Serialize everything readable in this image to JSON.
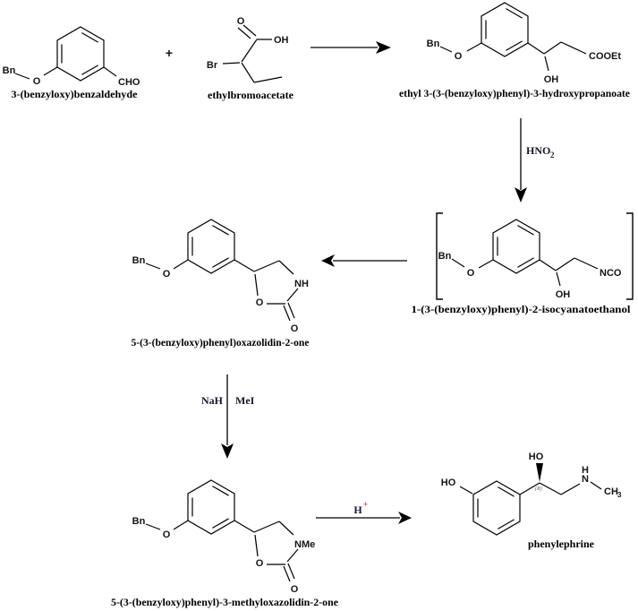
{
  "colors": {
    "background": "#ffffff",
    "line": "#000000",
    "atom_text": "#141414",
    "name_text": "#000000",
    "hplus_accent": "#aa3333"
  },
  "molecules": {
    "m1": {
      "name": "3-(benzyloxy)benzaldehyde",
      "atoms": {
        "bn": "Bn",
        "o": "O",
        "cho": "CHO"
      }
    },
    "m2": {
      "name": "ethylbromoacetate",
      "atoms": {
        "o": "O",
        "oh": "OH",
        "br": "Br"
      }
    },
    "m3": {
      "name": "ethyl 3-(3-(benzyloxy)phenyl)-3-hydroxypropanoate",
      "atoms": {
        "bn": "Bn",
        "o": "O",
        "oh": "OH",
        "cooet": "COOEt"
      }
    },
    "m4": {
      "name": "1-(3-(benzyloxy)phenyl)-2-isocyanatoethanol",
      "atoms": {
        "bn": "Bn",
        "o": "O",
        "oh": "OH",
        "nco": "NCO"
      }
    },
    "m5": {
      "name": "5-(3-(benzyloxy)phenyl)oxazolidin-2-one",
      "atoms": {
        "bn": "Bn",
        "o_ether": "O",
        "nh": "NH",
        "o_ring": "O",
        "o_carbonyl": "O"
      }
    },
    "m6": {
      "name": "5-(3-(benzyloxy)phenyl)-3-methyloxazolidin-2-one",
      "atoms": {
        "bn": "Bn",
        "o_ether": "O",
        "nme": "NMe",
        "o_ring": "O",
        "o_carbonyl": "O"
      }
    },
    "m7": {
      "name": "phenylephrine",
      "atoms": {
        "ho_phenol": "HO",
        "ho_benzylic": "HO",
        "stereo_label": "(R)",
        "nh_h": "H",
        "n": "N",
        "methyl_main": "CH",
        "methyl_sub": "3"
      }
    }
  },
  "reagents": {
    "plus": "+",
    "hno2_main": "HNO",
    "hno2_sub": "2",
    "nah": "NaH",
    "mei": "MeI",
    "hplus_main": "H",
    "hplus_sup": "+"
  }
}
